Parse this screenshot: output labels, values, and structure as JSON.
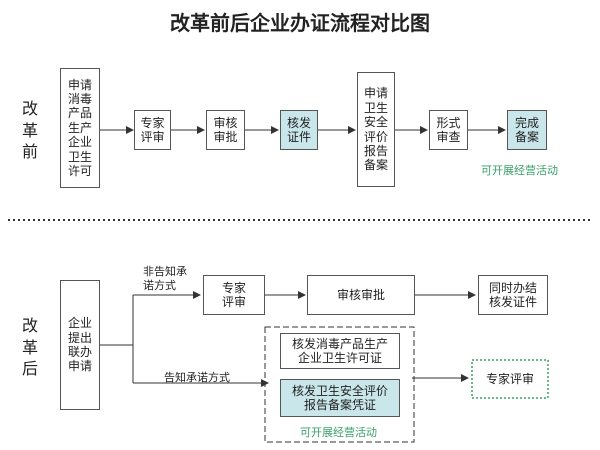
{
  "title": "改革前后企业办证流程对比图",
  "before": {
    "label": "改\n革\n前",
    "nodes": [
      "申请\n消毒\n产品\n生产\n企业\n卫生\n许可",
      "专家\n评审",
      "审核\n审批",
      "核发\n证件",
      "申请\n卫生\n安全\n评价\n报告\n备案",
      "形式\n审查",
      "完成\n备案"
    ],
    "note": "可开展经营活动"
  },
  "after": {
    "label": "改\n革\n后",
    "start": "企业\n提出\n联办\n申请",
    "branch_upper": "非告知承\n诺方式",
    "branch_lower": "告知承诺方式",
    "upper_nodes": [
      "专家\n评审",
      "审核审批",
      "同时办结\n核发证件"
    ],
    "lower_nodes": [
      "核发消毒产品生产\n企业卫生许可证",
      "核发卫生安全评价\n报告备案凭证"
    ],
    "lower_note": "可开展经营活动",
    "expert": "专家评审"
  },
  "colors": {
    "highlight": "#c9e6ea",
    "note": "#3aa06a",
    "line": "#555555"
  }
}
